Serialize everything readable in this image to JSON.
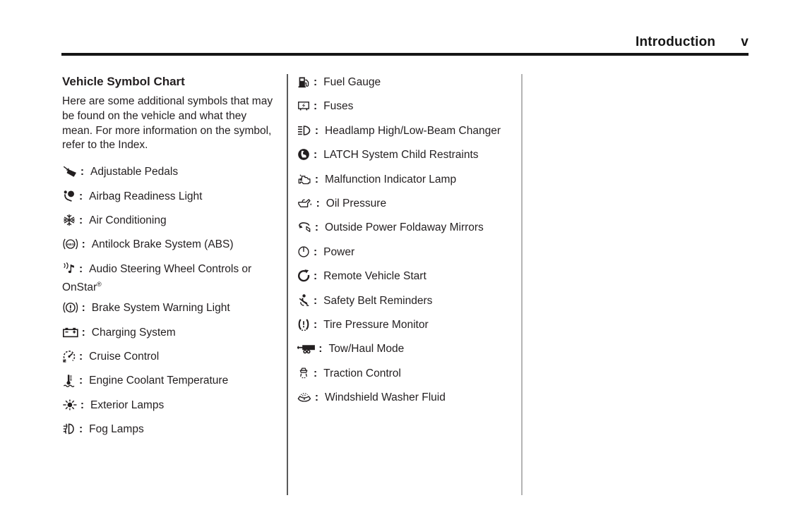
{
  "header": {
    "section_title": "Introduction",
    "page_number": "v"
  },
  "content": {
    "heading": "Vehicle Symbol Chart",
    "intro": "Here are some additional symbols that may be found on the vehicle and what they mean. For more information on the symbol, refer to the Index.",
    "separator": ":",
    "text_color": "#231f20",
    "left_items": [
      {
        "icon": "adjustable-pedals-icon",
        "label": "Adjustable Pedals"
      },
      {
        "icon": "airbag-readiness-icon",
        "label": "Airbag Readiness Light"
      },
      {
        "icon": "air-conditioning-icon",
        "label": "Air Conditioning"
      },
      {
        "icon": "antilock-brake-icon",
        "label": "Antilock Brake System (ABS)"
      },
      {
        "icon": "audio-steering-wheel-icon",
        "label": "Audio Steering Wheel Controls or OnStar®"
      },
      {
        "icon": "brake-warning-icon",
        "label": "Brake System Warning Light"
      },
      {
        "icon": "charging-system-icon",
        "label": "Charging System"
      },
      {
        "icon": "cruise-control-icon",
        "label": "Cruise Control"
      },
      {
        "icon": "engine-coolant-icon",
        "label": "Engine Coolant Temperature"
      },
      {
        "icon": "exterior-lamps-icon",
        "label": "Exterior Lamps"
      },
      {
        "icon": "fog-lamps-icon",
        "label": "Fog Lamps"
      }
    ],
    "right_items": [
      {
        "icon": "fuel-gauge-icon",
        "label": "Fuel Gauge"
      },
      {
        "icon": "fuses-icon",
        "label": "Fuses"
      },
      {
        "icon": "headlamp-beam-icon",
        "label": "Headlamp High/Low-Beam Changer"
      },
      {
        "icon": "latch-system-icon",
        "label": "LATCH System Child Restraints"
      },
      {
        "icon": "malfunction-indicator-icon",
        "label": "Malfunction Indicator Lamp"
      },
      {
        "icon": "oil-pressure-icon",
        "label": "Oil Pressure"
      },
      {
        "icon": "foldaway-mirrors-icon",
        "label": "Outside Power Foldaway Mirrors"
      },
      {
        "icon": "power-icon",
        "label": "Power"
      },
      {
        "icon": "remote-start-icon",
        "label": "Remote Vehicle Start"
      },
      {
        "icon": "safety-belt-icon",
        "label": "Safety Belt Reminders"
      },
      {
        "icon": "tire-pressure-icon",
        "label": "Tire Pressure Monitor"
      },
      {
        "icon": "tow-haul-icon",
        "label": "Tow/Haul Mode"
      },
      {
        "icon": "traction-control-icon",
        "label": "Traction Control"
      },
      {
        "icon": "windshield-washer-icon",
        "label": "Windshield Washer Fluid"
      }
    ]
  }
}
